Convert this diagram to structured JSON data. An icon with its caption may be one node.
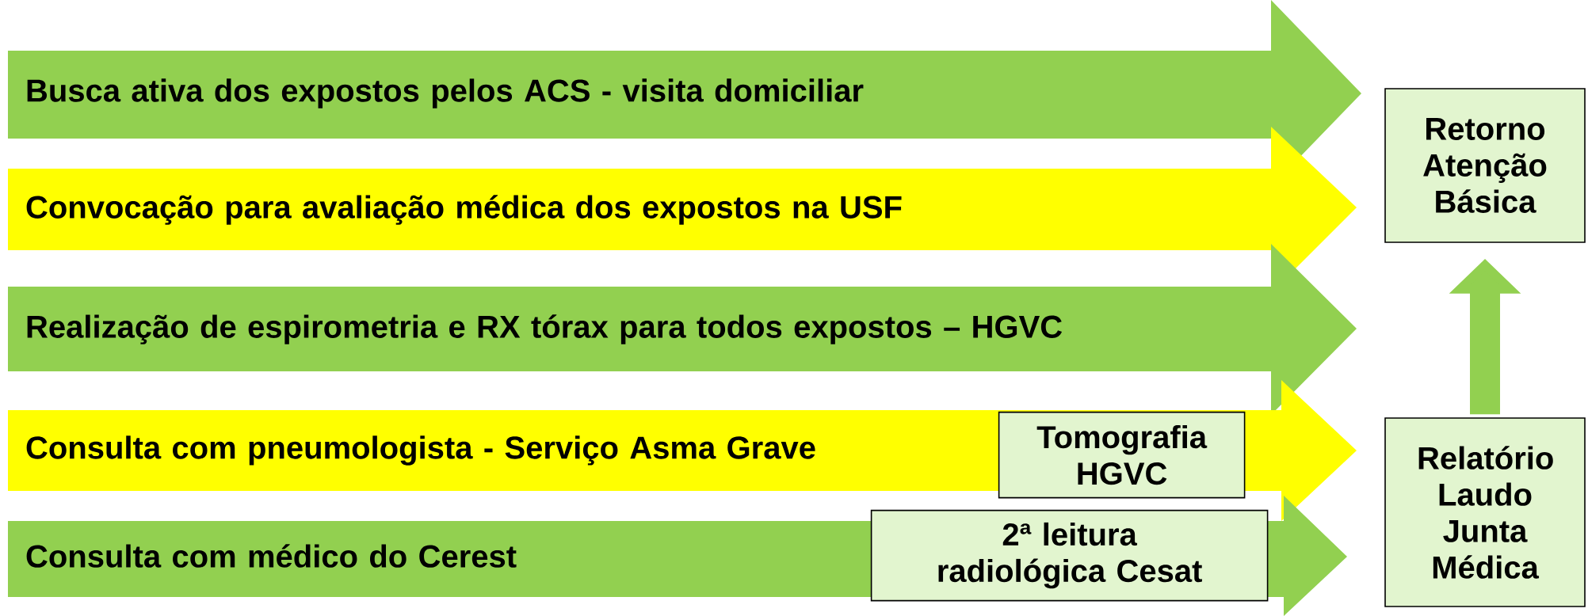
{
  "diagram": {
    "nodes": [
      {
        "text": [
          "Busca ativa dos expostos pelos ACS - visita domiciliar"
        ]
      },
      {
        "text": [
          "Convocação para avaliação médica dos expostos na USF"
        ]
      },
      {
        "text": [
          "Realização de espirometria e RX tórax para todos expostos – HGVC"
        ]
      },
      {
        "text": [
          "Consulta com pneumologista - Serviço Asma Grave"
        ]
      },
      {
        "text": [
          "Consulta com médico do Cerest"
        ]
      },
      {
        "text": [
          "Tomografia HGVC"
        ],
        "in": 3
      },
      {
        "text": [
          "2ª  leitura radiológica Cesat"
        ],
        "in": 4
      },
      {
        "text": [
          "Retorno Atenção Básica"
        ]
      },
      {
        "text": [
          "Relatório Laudo Junta Médica"
        ]
      }
    ],
    "edges": [
      {
        "from": 8,
        "to": 7,
        "arrow": "to"
      }
    ]
  }
}
